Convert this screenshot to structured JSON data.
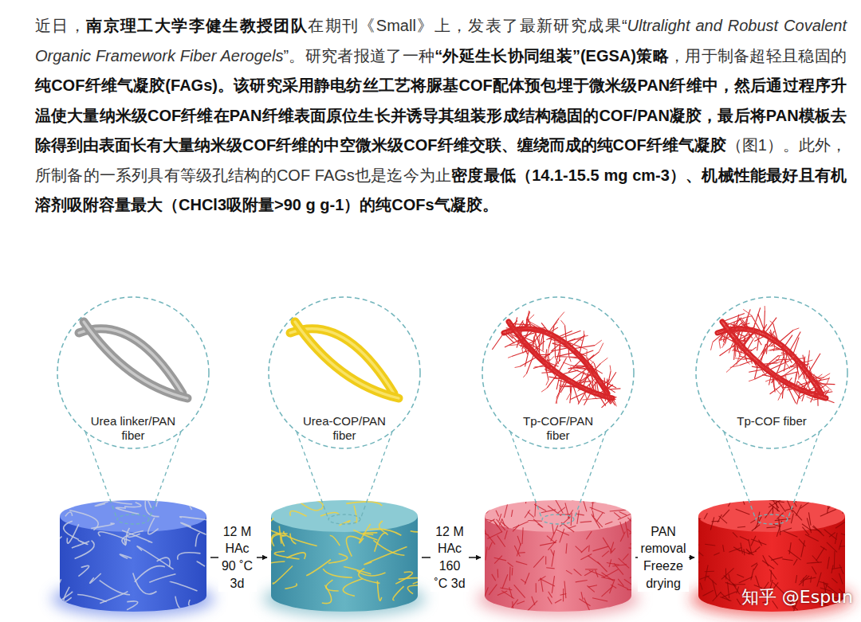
{
  "diagram": {
    "nodes": [
      {
        "text": [
          "Urea linker/PAN fiber"
        ]
      },
      {
        "text": [
          "Urea-COP/PAN fiber"
        ]
      },
      {
        "text": [
          "Tp-COF/PAN fiber"
        ]
      },
      {
        "text": [
          "Tp-COF fiber"
        ]
      }
    ],
    "edges": [
      {
        "from": 0,
        "to": 1,
        "label": "12 M HAc 90 ˚C 3d",
        "arrow": "to"
      },
      {
        "from": 1,
        "to": 2,
        "label": "12 M HAc 160 ˚C 3d",
        "arrow": "to"
      },
      {
        "from": 2,
        "to": 3,
        "label": "PAN removal Freeze drying",
        "arrow": "to"
      }
    ],
    "labels": [
      "近日，",
      "南京理工大学李健生教授团队",
      "在期刊《Small》上，发表了最新研究成果“",
      "Ultralight and Robust Covalent Organic Framework Fiber Aerogels",
      "”。研究者报道了一种",
      "“外延生长协同组装”(EGSA)策略",
      "，用于制备超轻且稳固的",
      "纯COF纤维气凝胶(FAGs)。该研究采用静电纺丝工艺将脲基COF配体预包埋于微米级PAN纤维中，然后通过程序升温使大量纳米级COF纤维在PAN纤维表面原位生长并诱导其组装形成结构稳固的COF/PAN凝胶，最后将PAN模板去除得到由表面长有大量纳米级COF纤维的中空微米级COF纤维交联、缠绕而成的纯COF纤维气凝胶",
      "（图1）。此外，所制备的一系列具有等级孔结构的COF FAGs也是迄今为止",
      "密度最低（14.1-15.5 mg cm-3）、机械性能最好且有机溶剂吸附容量最大（CHCl3吸附量>90 g g-1）的纯COFs气凝胶。",
      "知乎 @Espun"
    ]
  }
}
